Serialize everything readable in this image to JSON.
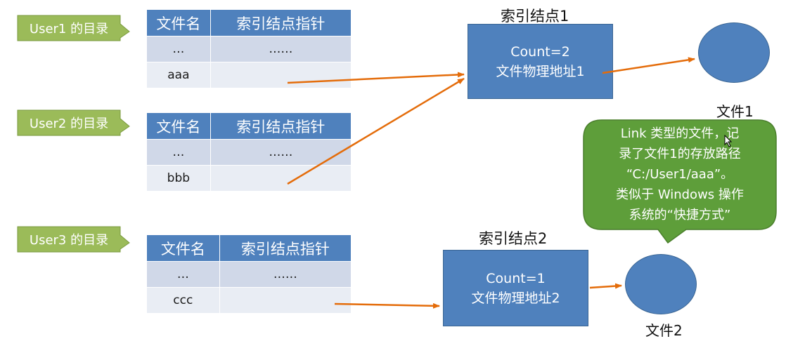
{
  "directories": [
    {
      "label": "User1 的目录",
      "headers": [
        "文件名",
        "索引结点指针"
      ],
      "rows": [
        [
          "…",
          "……"
        ],
        [
          "aaa",
          ""
        ]
      ]
    },
    {
      "label": "User2 的目录",
      "headers": [
        "文件名",
        "索引结点指针"
      ],
      "rows": [
        [
          "…",
          "……"
        ],
        [
          "bbb",
          ""
        ]
      ]
    },
    {
      "label": "User3 的目录",
      "headers": [
        "文件名",
        "索引结点指针"
      ],
      "rows": [
        [
          "…",
          "……"
        ],
        [
          "ccc",
          ""
        ]
      ]
    }
  ],
  "inodes": [
    {
      "title": "索引结点1",
      "count": "Count=2",
      "address": "文件物理地址1"
    },
    {
      "title": "索引结点2",
      "count": "Count=1",
      "address": "文件物理地址2"
    }
  ],
  "files": [
    {
      "label": "文件1"
    },
    {
      "label": "文件2"
    }
  ],
  "note": {
    "lines": [
      "Link 类型的文件，记",
      "录了文件1的存放路径",
      "“C:/User1/aaa”。",
      "类似于 Windows 操作",
      "系统的“快捷方式”"
    ]
  },
  "colors": {
    "callout_green": "#9bbb59",
    "node_blue": "#4f81bd",
    "header_blue": "#4f81bd",
    "row_light": "#d0d8e8",
    "row_lighter": "#e9edf4",
    "arrow_orange": "#e46c0a",
    "note_green": "#5e9e3a"
  },
  "icons": [
    "mouse-cursor-icon"
  ]
}
